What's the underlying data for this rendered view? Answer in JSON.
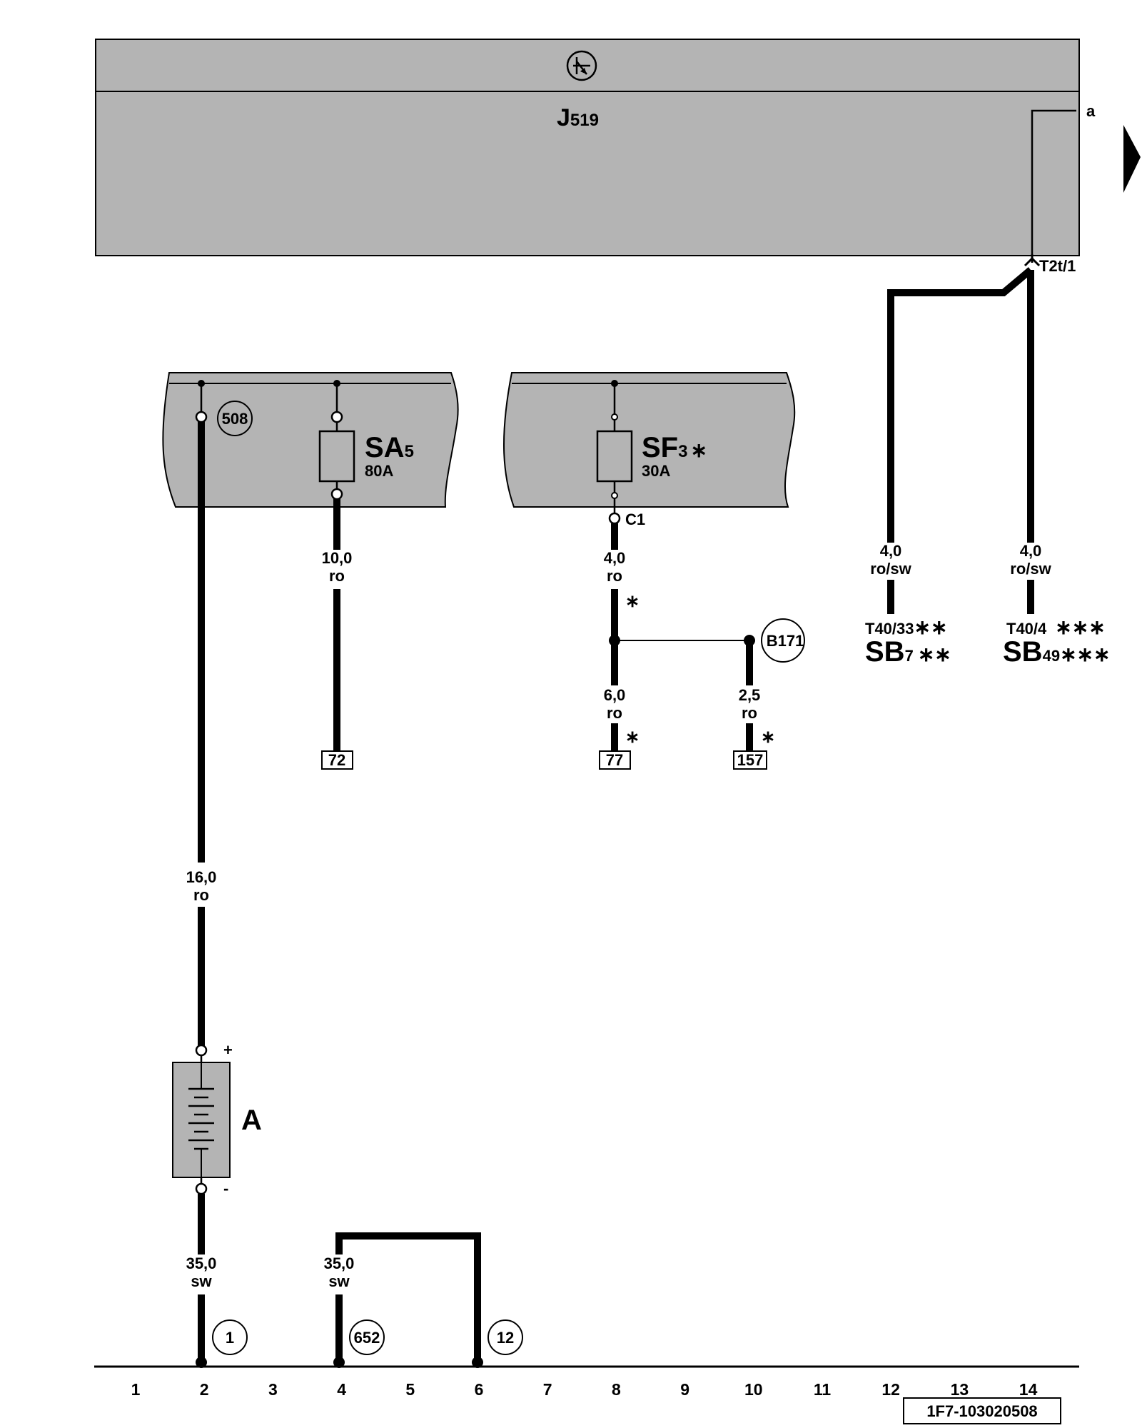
{
  "control_unit": {
    "symbol_icon": "transistor-icon",
    "name": "J",
    "subscript": "519"
  },
  "signal_a": "a",
  "pin_t2t": "T2t/1",
  "fuse_sa5": {
    "name": "SA",
    "subscript": "5",
    "rating": "80A"
  },
  "fuse_sf3": {
    "name": "SF",
    "subscript": "3",
    "marker": "∗",
    "rating": "30A"
  },
  "node_508": "508",
  "connector_c1": "C1",
  "node_b171": "B171",
  "wires": {
    "sa5_out": {
      "gauge": "10,0",
      "color": "ro"
    },
    "sf3_out": {
      "gauge": "4,0",
      "color": "ro"
    },
    "to_77": {
      "gauge": "6,0",
      "color": "ro"
    },
    "to_157": {
      "gauge": "2,5",
      "color": "ro"
    },
    "batt_plus": {
      "gauge": "16,0",
      "color": "ro"
    },
    "batt_minus": {
      "gauge": "35,0",
      "color": "sw"
    },
    "ground_bridge": {
      "gauge": "35,0",
      "color": "sw"
    },
    "to_sb7": {
      "gauge": "4,0",
      "color": "ro/sw"
    },
    "to_sb49": {
      "gauge": "4,0",
      "color": "ro/sw"
    }
  },
  "star": "∗",
  "ref_boxes": {
    "r72": "72",
    "r77": "77",
    "r157": "157"
  },
  "sb7": {
    "pin": "T40/33",
    "pin_mark": "∗∗",
    "name": "SB",
    "subscript": "7",
    "mark": "∗∗"
  },
  "sb49": {
    "pin": "T40/4",
    "pin_mark": "∗∗∗",
    "name": "SB",
    "subscript": "49",
    "mark": "∗∗∗"
  },
  "battery": {
    "name": "A",
    "plus": "+",
    "minus": "-"
  },
  "ground_points": [
    "1",
    "652",
    "12"
  ],
  "columns": [
    "1",
    "2",
    "3",
    "4",
    "5",
    "6",
    "7",
    "8",
    "9",
    "10",
    "11",
    "12",
    "13",
    "14"
  ],
  "diagram_id": "1F7-103020508",
  "continuation_icon": "arrow-right-icon"
}
